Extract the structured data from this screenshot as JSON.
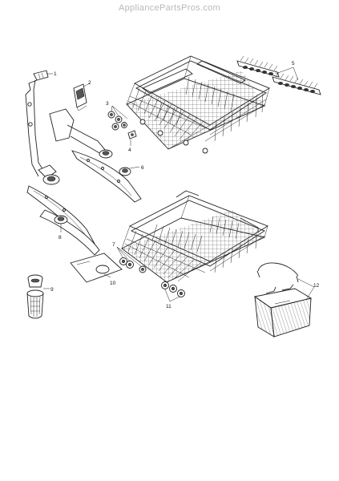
{
  "watermark": "AppliancePartsPros.com",
  "callouts": [
    {
      "id": "1",
      "label": "1"
    },
    {
      "id": "2",
      "label": "2"
    },
    {
      "id": "3",
      "label": "3"
    },
    {
      "id": "4",
      "label": "4"
    },
    {
      "id": "5",
      "label": "5"
    },
    {
      "id": "6",
      "label": "6"
    },
    {
      "id": "7",
      "label": "7"
    },
    {
      "id": "8",
      "label": "8"
    },
    {
      "id": "9",
      "label": "9"
    },
    {
      "id": "10",
      "label": "10"
    },
    {
      "id": "11",
      "label": "11"
    },
    {
      "id": "12",
      "label": "12"
    }
  ],
  "parts": [
    {
      "part": "1",
      "icon": "spray-arm-supply-tube-icon"
    },
    {
      "part": "2",
      "icon": "rack-end-cap-icon"
    },
    {
      "part": "3",
      "icon": "upper-rack-roller-icon"
    },
    {
      "part": "4",
      "icon": "roller-axle-icon"
    },
    {
      "part": "5",
      "icon": "tine-row-icon"
    },
    {
      "part": "6",
      "icon": "upper-spray-arm-icon"
    },
    {
      "part": "7",
      "icon": "lower-rack-wheel-icon"
    },
    {
      "part": "8",
      "icon": "lower-spray-arm-icon"
    },
    {
      "part": "9",
      "icon": "filter-icon"
    },
    {
      "part": "10",
      "icon": "filter-plate-icon"
    },
    {
      "part": "11",
      "icon": "lower-rack-wheel-icon"
    },
    {
      "part": "12",
      "icon": "silverware-basket-icon"
    }
  ]
}
